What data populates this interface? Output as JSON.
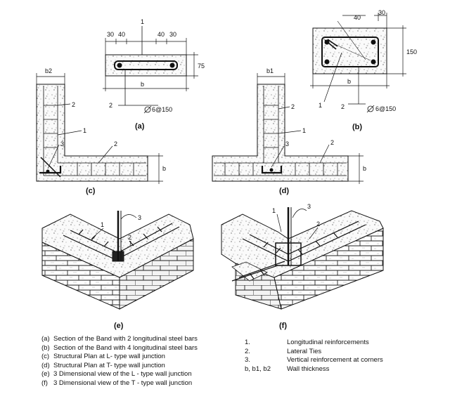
{
  "panels": {
    "a": {
      "tag": "(a)",
      "dims": [
        "30",
        "40",
        "40",
        "30"
      ],
      "height": "75",
      "width": "b",
      "tie": "6@150",
      "callouts": [
        "1",
        "2"
      ]
    },
    "b": {
      "tag": "(b)",
      "dims": [
        "40",
        "30"
      ],
      "height": "150",
      "width": "b",
      "tie": "6@150",
      "callouts": [
        "1",
        "2"
      ]
    },
    "c": {
      "tag": "(c)",
      "thickness": "b2",
      "band": "b",
      "callouts": [
        "2",
        "1",
        "3",
        "2"
      ]
    },
    "d": {
      "tag": "(d)",
      "thickness": "b1",
      "band": "b",
      "callouts": [
        "2",
        "1",
        "3",
        "2"
      ]
    },
    "e": {
      "tag": "(e)",
      "callouts": [
        "1",
        "2",
        "3"
      ]
    },
    "f": {
      "tag": "(f)",
      "callouts": [
        "1",
        "2",
        "3"
      ]
    }
  },
  "legend_left": [
    {
      "key": "(a)",
      "text": "Section of the Band with 2 longitudinal steel bars"
    },
    {
      "key": "(b)",
      "text": "Section of the Band with 4 longitudinal steel bars"
    },
    {
      "key": "(c)",
      "text": "Structural Plan at L- type wall junction"
    },
    {
      "key": "(d)",
      "text": "Structural Plan at T- type wall junction"
    },
    {
      "key": "(e)",
      "text": "3 Dimensional view of the L - type wall junction"
    },
    {
      "key": "(f)",
      "text": "3 Dimensional view of the T - type wall junction"
    }
  ],
  "legend_right": [
    {
      "key": "1.",
      "text": "Longitudinal reinforcements"
    },
    {
      "key": "2.",
      "text": "Lateral Ties"
    },
    {
      "key": "3.",
      "text": "Vertical reinforcement at corners"
    },
    {
      "key": "b, b1, b2",
      "text": "Wall thickness"
    }
  ]
}
